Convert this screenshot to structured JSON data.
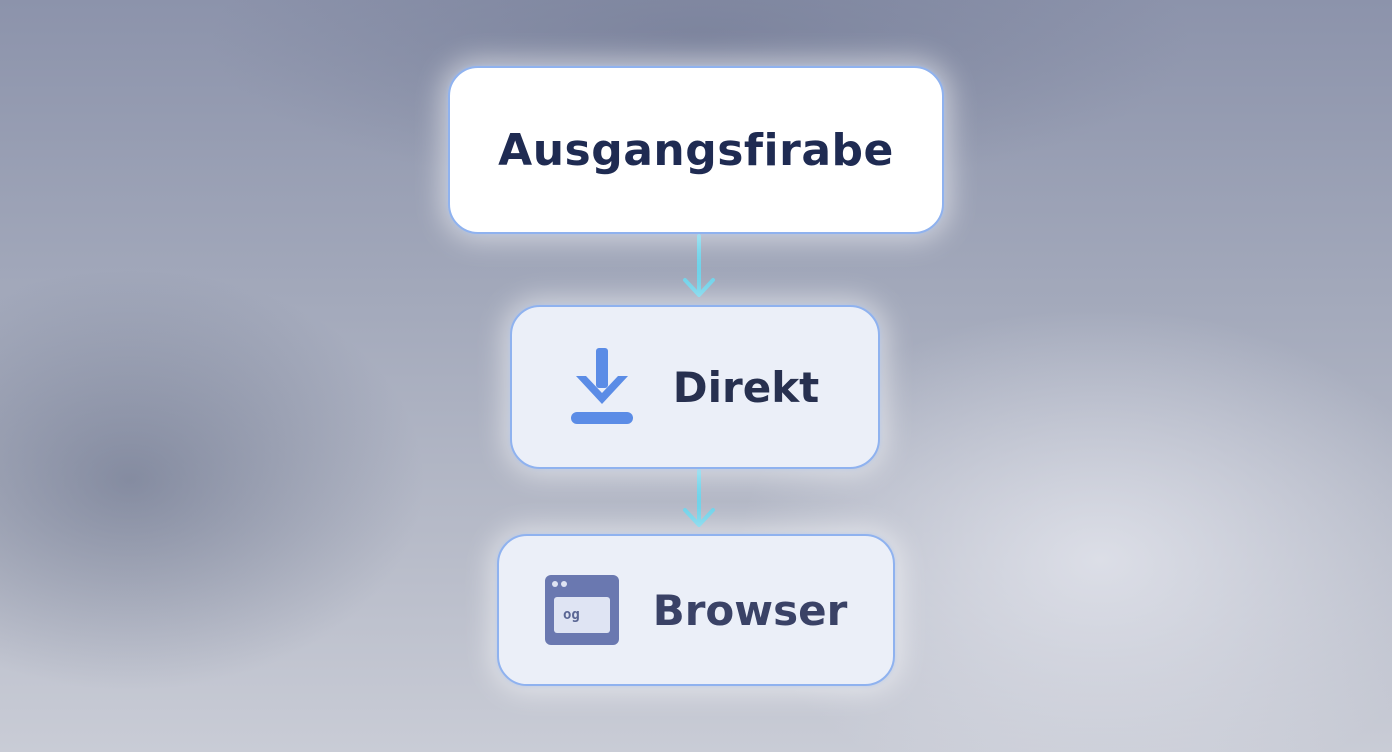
{
  "diagram": {
    "nodes": {
      "start": {
        "label": "Ausgangsfirabe"
      },
      "direct": {
        "label": "Direkt",
        "icon": "download-icon"
      },
      "browser": {
        "label": "Browser",
        "icon": "browser-window-icon",
        "icon_text": "og"
      }
    },
    "edges": [
      {
        "from": "start",
        "to": "direct"
      },
      {
        "from": "direct",
        "to": "browser"
      }
    ]
  },
  "colors": {
    "connector": "#6fd3ea",
    "node_border": "#8fb2ef",
    "icon_accent": "#5b8ce6",
    "browser_icon": "#6a78b0",
    "text": "#1f2b52"
  }
}
